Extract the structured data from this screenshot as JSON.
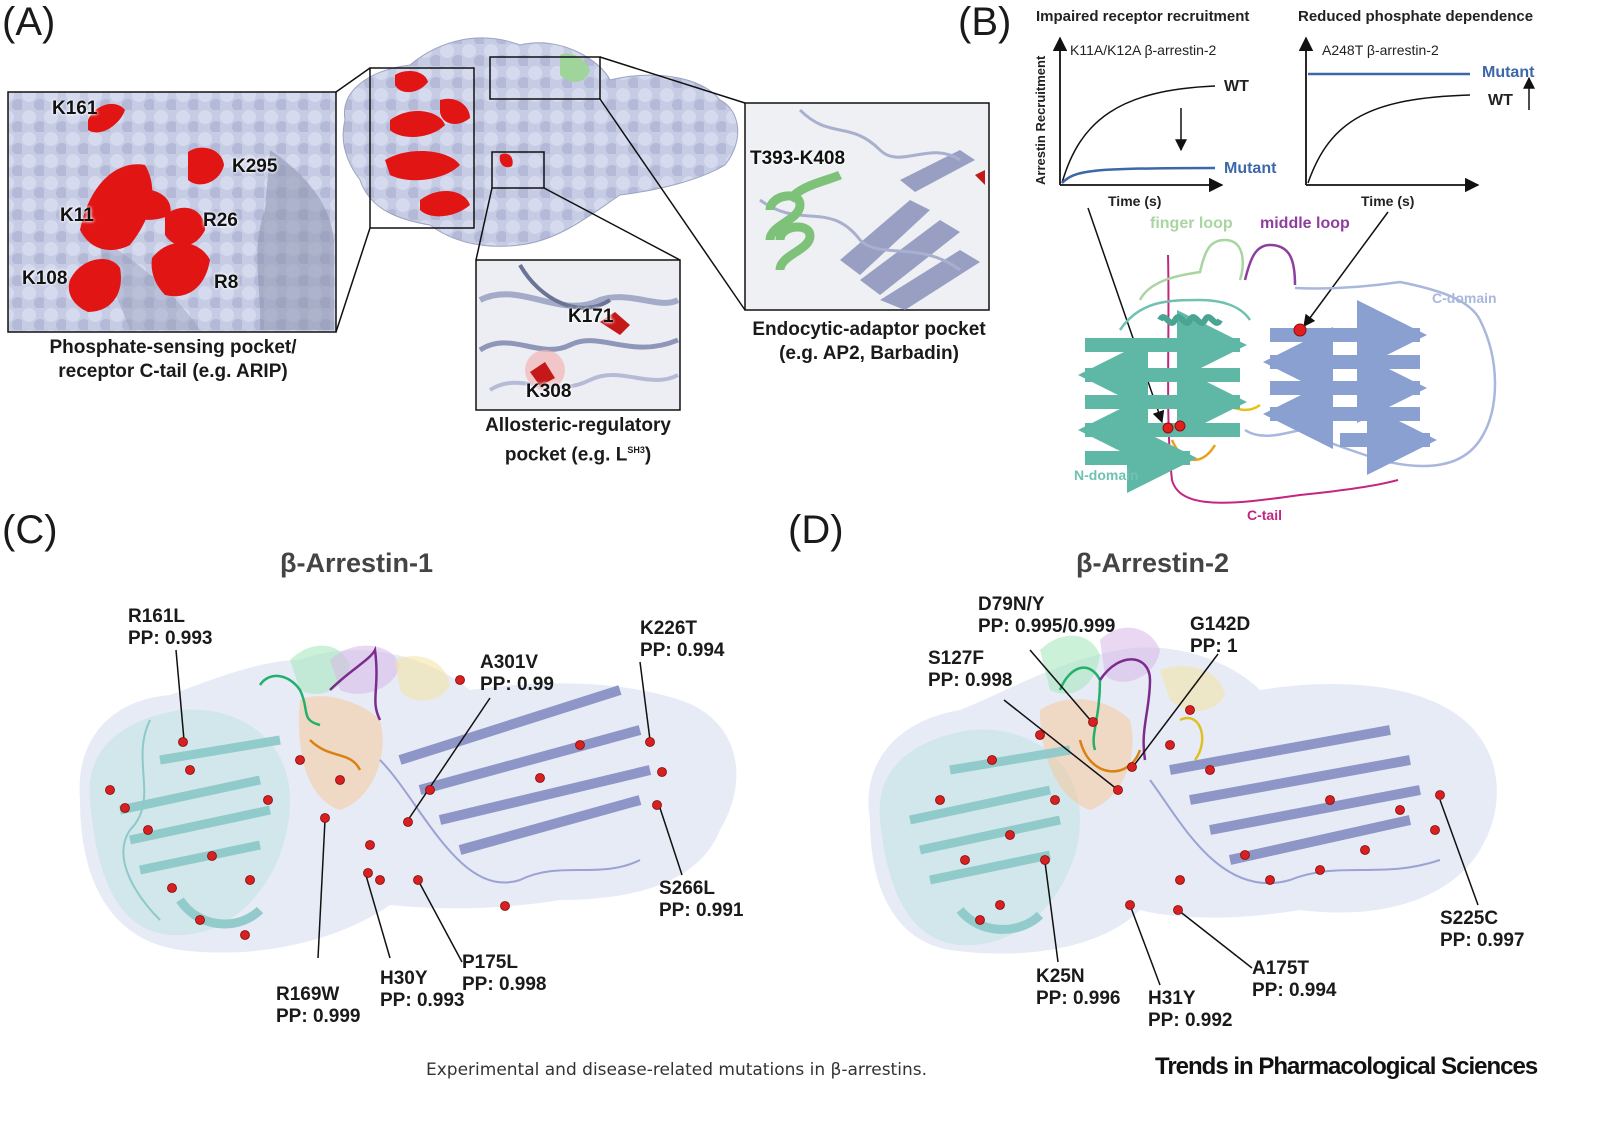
{
  "caption": "Experimental and disease-related mutations in β-arrestins.",
  "journal": "Trends in Pharmacological Sciences",
  "panelA": {
    "letter": "(A)",
    "inset1": {
      "residues": [
        "K161",
        "K295",
        "K11",
        "R26",
        "K108",
        "R8"
      ],
      "caption_line1": "Phosphate-sensing pocket/",
      "caption_line2": "receptor C-tail (e.g. ARIP)"
    },
    "inset2": {
      "residues": [
        "K171",
        "K308"
      ],
      "caption_line1": "Allosteric-regulatory",
      "caption_line2_prefix": "pocket (e.g. L",
      "caption_sup": "SH3",
      "caption_line2_suffix": ")"
    },
    "inset3": {
      "residue": "T393-K408",
      "caption_line1": "Endocytic-adaptor pocket",
      "caption_line2": "(e.g. AP2, Barbadin)"
    }
  },
  "panelB": {
    "letter": "(B)",
    "graph1": {
      "title": "Impaired receptor recruitment",
      "subtitle": "K11A/K12A β-arrestin-2",
      "ylabel": "Arrestin Recruitment",
      "xlabel": "Time (s)",
      "line_wt": "WT",
      "line_mut": "Mutant"
    },
    "graph2": {
      "title": "Reduced phosphate dependence",
      "subtitle": "A248T β-arrestin-2",
      "xlabel": "Time (s)",
      "line_wt": "WT",
      "line_mut": "Mutant"
    },
    "diagram": {
      "finger_loop": "finger loop",
      "middle_loop": "middle loop",
      "c_domain": "C-domain",
      "n_domain": "N-domain",
      "c_tail": "C-tail"
    },
    "colors": {
      "n_domain": "#6fc1b0",
      "c_domain": "#a9b7dc",
      "finger": "#a8d5a0",
      "middle": "#8e3e9e",
      "ctail": "#c2267f",
      "mutant": "#3c67a8"
    }
  },
  "panelC": {
    "letter": "(C)",
    "title": "β-Arrestin-1",
    "mutations": [
      {
        "name": "R161L",
        "pp": "PP: 0.993"
      },
      {
        "name": "K226T",
        "pp": "PP: 0.994"
      },
      {
        "name": "A301V",
        "pp": "PP: 0.99"
      },
      {
        "name": "S266L",
        "pp": "PP: 0.991"
      },
      {
        "name": "R169W",
        "pp": "PP: 0.999"
      },
      {
        "name": "H30Y",
        "pp": "PP: 0.993"
      },
      {
        "name": "P175L",
        "pp": "PP: 0.998"
      }
    ]
  },
  "panelD": {
    "letter": "(D)",
    "title": "β-Arrestin-2",
    "mutations": [
      {
        "name": "D79N/Y",
        "pp": "PP: 0.995/0.999"
      },
      {
        "name": "G142D",
        "pp": "PP: 1"
      },
      {
        "name": "S127F",
        "pp": "PP: 0.998"
      },
      {
        "name": "S225C",
        "pp": "PP: 0.997"
      },
      {
        "name": "K25N",
        "pp": "PP: 0.996"
      },
      {
        "name": "H31Y",
        "pp": "PP: 0.992"
      },
      {
        "name": "A175T",
        "pp": "PP: 0.994"
      }
    ]
  },
  "colors": {
    "mutation_red": "#e21f1f",
    "surface": "#c8cde6",
    "ndomain_c": "#9fd6d8",
    "cdomain_c": "#9aa3d4"
  }
}
